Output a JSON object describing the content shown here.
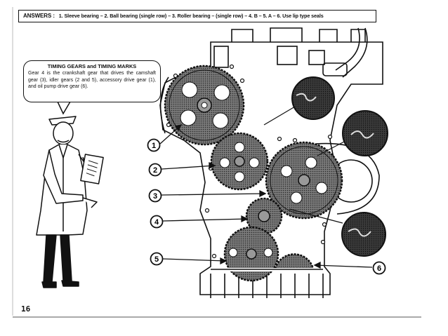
{
  "answers": {
    "heading": "ANSWERS :",
    "text": "1. Sleeve bearing – 2. Ball bearing (single row) – 3. Roller bearing – (single row) – 4. B – 5. A – 6. Use lip type seals"
  },
  "callout": {
    "title": "TIMING GEARS and TIMING MARKS",
    "body": "Gear 4 is the crankshaft gear that drives the camshaft gear (3), idler gears (2 and 5), accessory drive gear (1), and oil pump drive gear (6)."
  },
  "markers": [
    "1",
    "2",
    "3",
    "4",
    "5",
    "6"
  ],
  "page_number": "16"
}
